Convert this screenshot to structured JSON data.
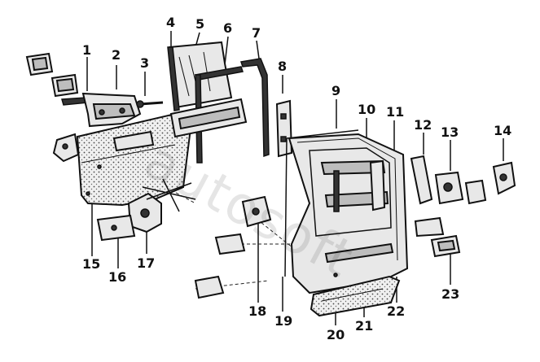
{
  "watermark": "autosoft",
  "callouts": [
    {
      "id": "c1",
      "text": "1"
    },
    {
      "id": "c2",
      "text": "2"
    },
    {
      "id": "c3",
      "text": "3"
    },
    {
      "id": "c4",
      "text": "4"
    },
    {
      "id": "c5",
      "text": "5"
    },
    {
      "id": "c6",
      "text": "6"
    },
    {
      "id": "c7",
      "text": "7"
    },
    {
      "id": "c8",
      "text": "8"
    },
    {
      "id": "c9",
      "text": "9"
    },
    {
      "id": "c10",
      "text": "10"
    },
    {
      "id": "c11",
      "text": "11"
    },
    {
      "id": "c12",
      "text": "12"
    },
    {
      "id": "c13",
      "text": "13"
    },
    {
      "id": "c14",
      "text": "14"
    },
    {
      "id": "c15",
      "text": "15"
    },
    {
      "id": "c16",
      "text": "16"
    },
    {
      "id": "c17",
      "text": "17"
    },
    {
      "id": "c18",
      "text": "18"
    },
    {
      "id": "c19",
      "text": "19"
    },
    {
      "id": "c20",
      "text": "20"
    },
    {
      "id": "c21",
      "text": "21"
    },
    {
      "id": "c22",
      "text": "22"
    },
    {
      "id": "c23",
      "text": "23"
    }
  ]
}
